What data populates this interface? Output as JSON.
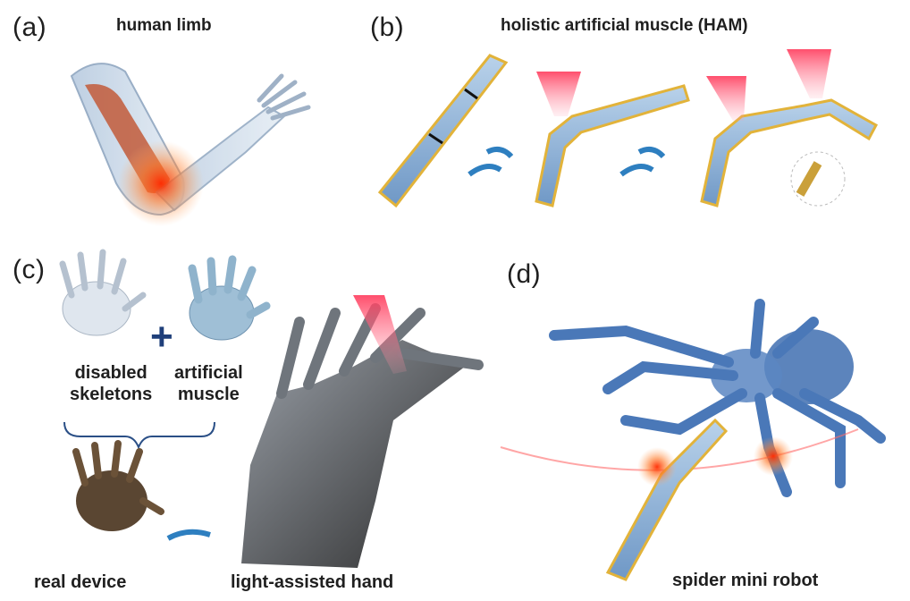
{
  "panels": {
    "a": {
      "label": "(a)",
      "caption": "human limb"
    },
    "b": {
      "label": "(b)",
      "caption": "holistic artificial muscle (HAM)"
    },
    "c": {
      "label": "(c)",
      "disabled": "disabled\nskeletons",
      "plus": "+",
      "artificial": "artificial\nmuscle",
      "real_device": "real device",
      "light_hand": "light-assisted hand"
    },
    "d": {
      "label": "(d)",
      "caption": "spider mini robot"
    }
  },
  "colors": {
    "strip_blue": "#8fb3d6",
    "strip_edge": "#e2b33a",
    "laser": "#ff4d6d",
    "glow": "#ff5a1f",
    "spider": "#3f6fb0",
    "arrow": "#2e7fc0"
  }
}
